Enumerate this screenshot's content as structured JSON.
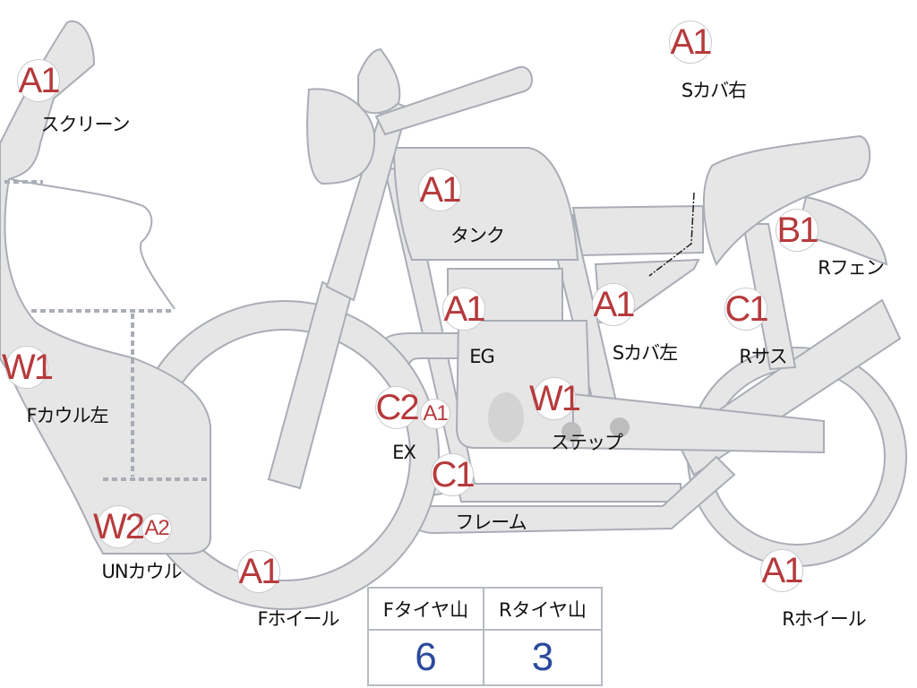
{
  "markers": [
    {
      "code": "A1",
      "label": "スクリーン"
    },
    {
      "code": "A1",
      "label": "Sカバ右"
    },
    {
      "code": "A1",
      "label": "タンク"
    },
    {
      "code": "B1",
      "label": "Rフェン"
    },
    {
      "code": "A1",
      "label": "EG"
    },
    {
      "code": "A1",
      "label": "Sカバ左"
    },
    {
      "code": "C1",
      "label": "Rサス"
    },
    {
      "code": "W1",
      "label": "Fカウル左"
    },
    {
      "code": "C2",
      "code2": "A1",
      "label": "EX"
    },
    {
      "code": "W1",
      "label": "ステップ"
    },
    {
      "code": "C1",
      "label": "フレーム"
    },
    {
      "code": "W2",
      "code2": "A2",
      "label": "UNカウル"
    },
    {
      "code": "A1",
      "label": "Fホイール"
    },
    {
      "code": "A1",
      "label": "Rホイール"
    }
  ],
  "tire_table": {
    "headers": [
      "Fタイヤ山",
      "Rタイヤ山"
    ],
    "values": [
      "6",
      "3"
    ]
  },
  "colors": {
    "code": "#b63a3c",
    "value": "#2c4a9c",
    "part": "#e6e6e6",
    "outline": "#a9adb5"
  }
}
